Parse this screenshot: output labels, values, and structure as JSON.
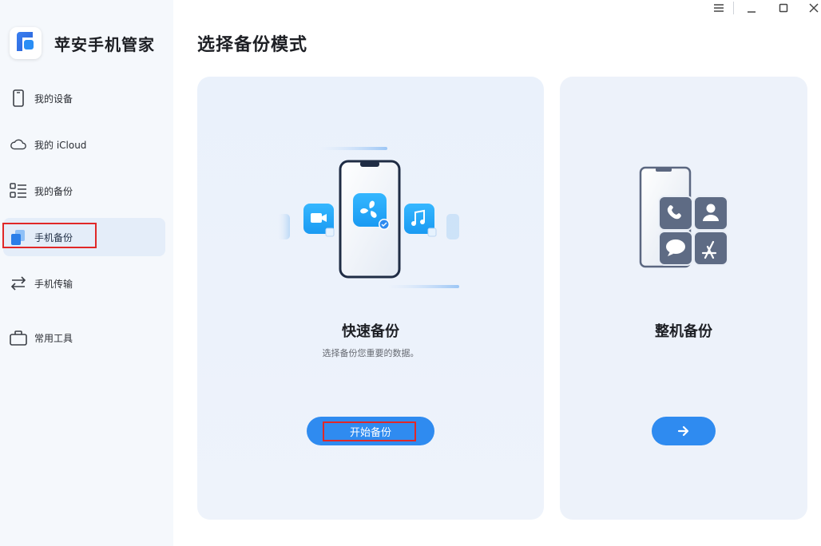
{
  "app": {
    "title": "苹安手机管家"
  },
  "sidebar": {
    "items": [
      {
        "label": "我的设备",
        "icon": "phone-icon"
      },
      {
        "label": "我的 iCloud",
        "icon": "cloud-icon"
      },
      {
        "label": "我的备份",
        "icon": "list-icon"
      },
      {
        "label": "手机备份",
        "icon": "backup-icon",
        "active": true
      },
      {
        "label": "手机传输",
        "icon": "transfer-icon"
      },
      {
        "label": "常用工具",
        "icon": "toolbox-icon"
      }
    ]
  },
  "main": {
    "title": "选择备份模式",
    "cards": [
      {
        "title": "快速备份",
        "description": "选择备份您重要的数据。",
        "button_label": "开始备份"
      },
      {
        "title": "整机备份",
        "button_icon": "arrow-right-icon"
      }
    ]
  },
  "window_controls": [
    "menu-icon",
    "minimize-icon",
    "maximize-icon",
    "close-icon"
  ],
  "colors": {
    "accent": "#2f8bf0",
    "highlight": "#e02828",
    "sidebar_bg": "#f5f8fc",
    "card_bg": "#edf2fa"
  }
}
